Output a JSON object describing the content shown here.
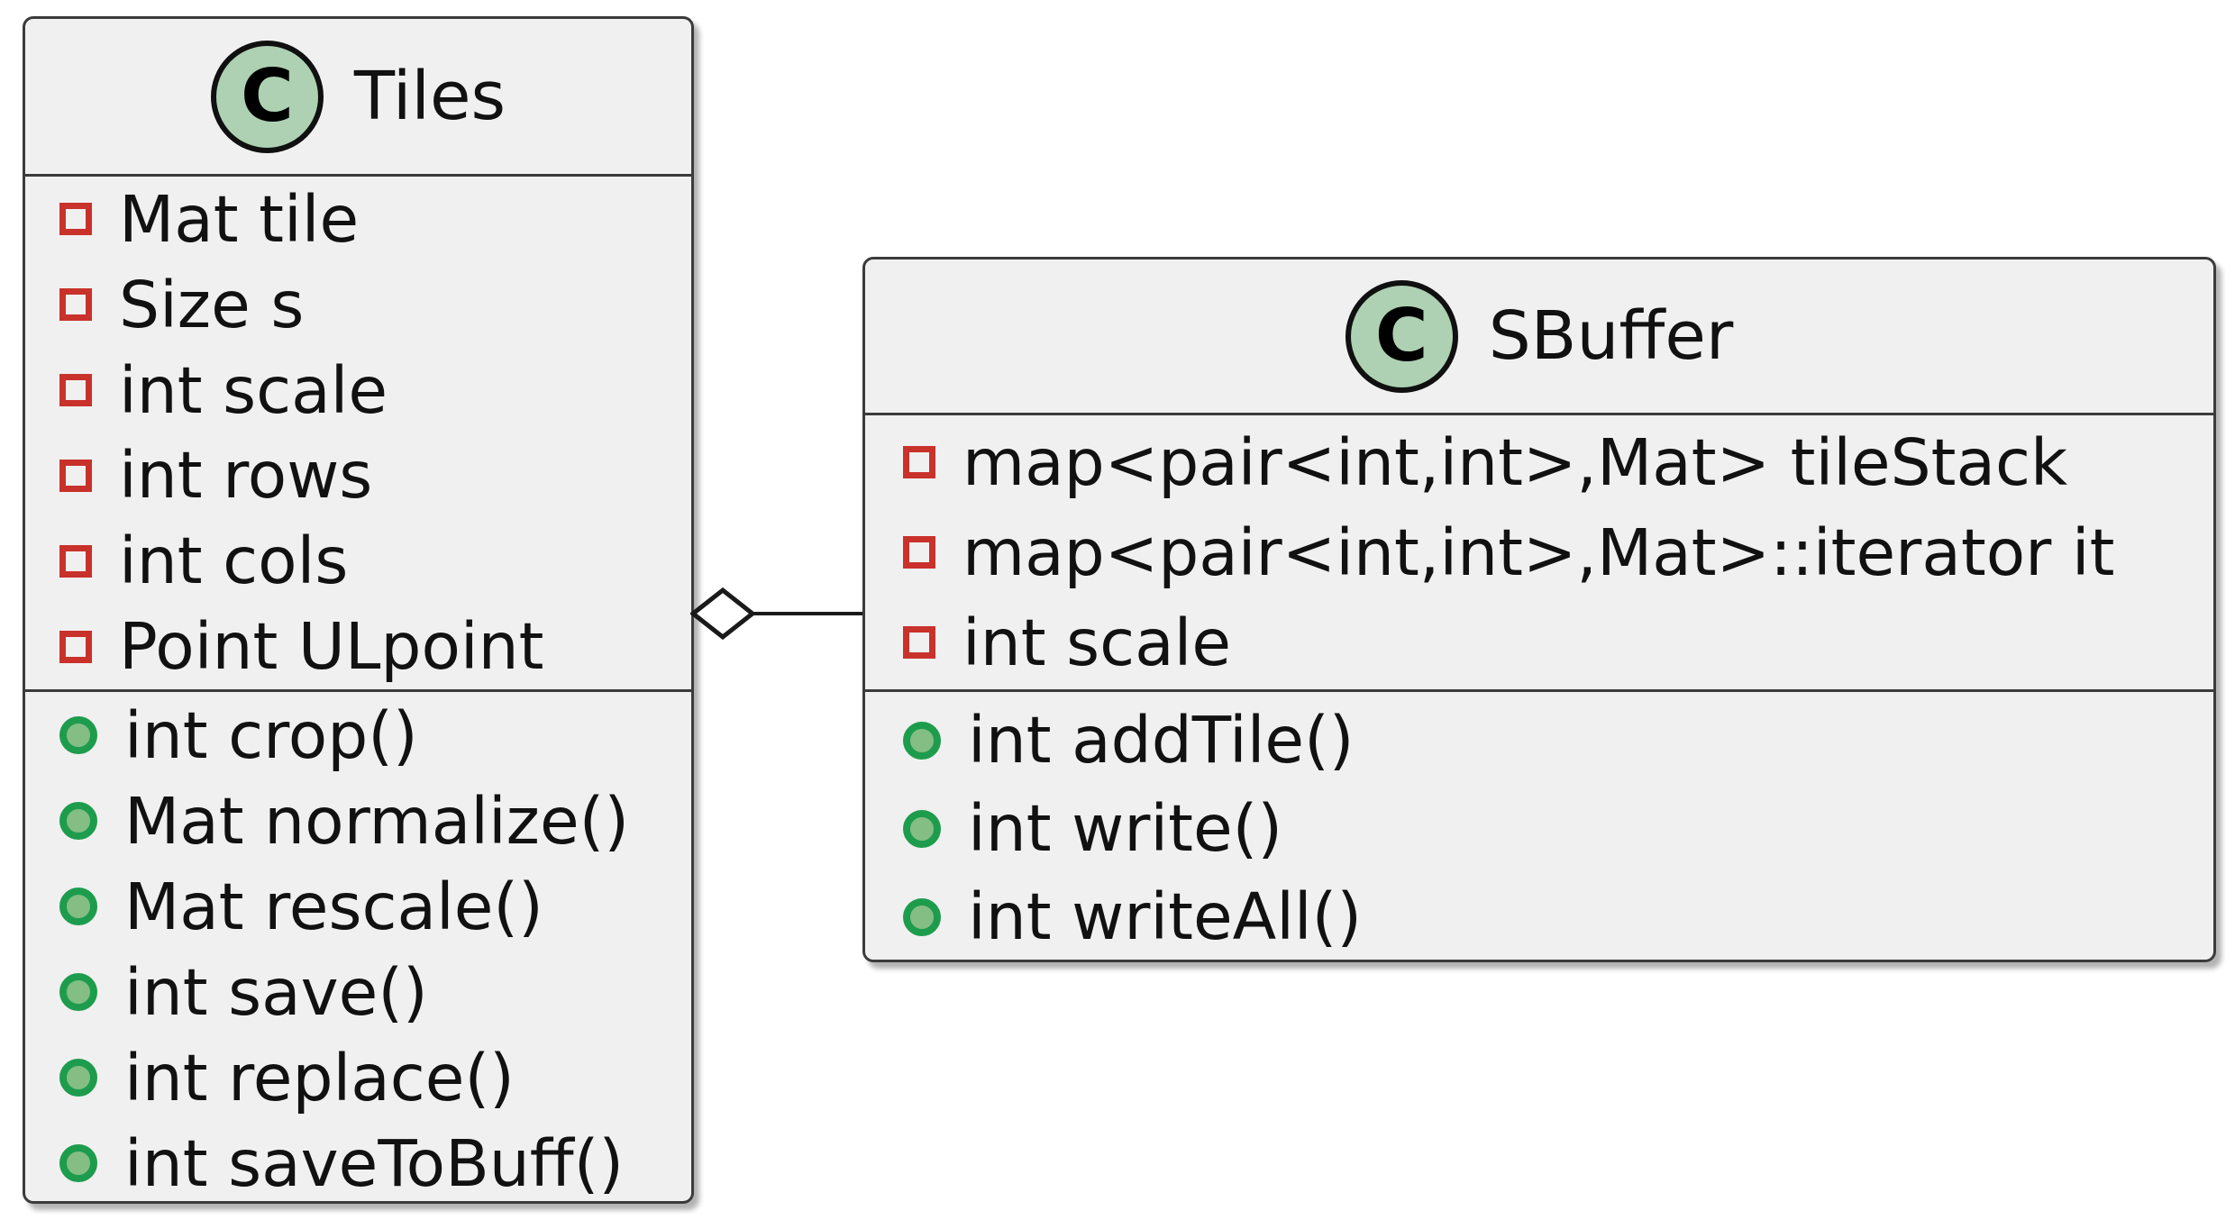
{
  "classes": {
    "tiles": {
      "badge": "C",
      "name": "Tiles",
      "fields": [
        "Mat tile",
        "Size s",
        "int scale",
        "int rows",
        "int cols",
        "Point ULpoint"
      ],
      "methods": [
        "int crop()",
        "Mat normalize()",
        "Mat rescale()",
        "int save()",
        "int replace()",
        "int saveToBuff()"
      ]
    },
    "sbuffer": {
      "badge": "C",
      "name": "SBuffer",
      "fields": [
        "map<pair<int,int>,Mat> tileStack",
        "map<pair<int,int>,Mat>::iterator it",
        "int scale"
      ],
      "methods": [
        "int addTile()",
        "int write()",
        "int writeAll()"
      ]
    }
  },
  "relationship": {
    "type": "aggregation",
    "diamond_side": "Tiles",
    "connects": "Tiles - SBuffer"
  },
  "colors": {
    "class_fill": "#f0f0f0",
    "class_border": "#3b3b3b",
    "badge_fill": "#add1b2",
    "private_field_icon": "#c9312b",
    "public_method_icon_fill": "#84be84",
    "public_method_icon_border": "#1e9c4d"
  }
}
